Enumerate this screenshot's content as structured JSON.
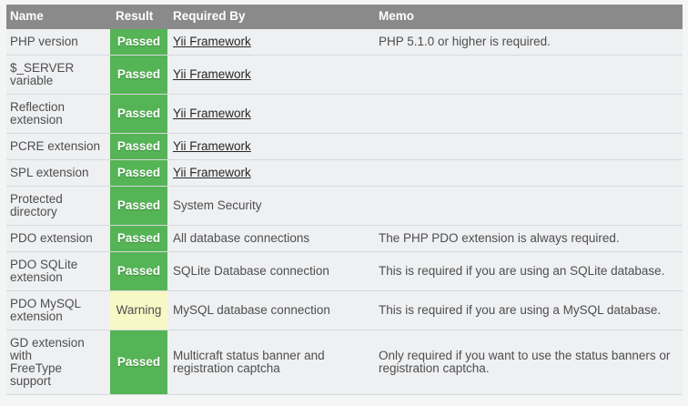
{
  "colors": {
    "page_background": "#f4f5f5",
    "header_background": "#8a8a8a",
    "header_text": "#ffffff",
    "row_background": "#eff0f2",
    "row_border": "#d7d9dc",
    "passed_background": "#55b455",
    "passed_text": "#ffffff",
    "warning_background": "#f8f8c6",
    "body_text": "#4e4e4e",
    "link_text": "#272727"
  },
  "table": {
    "columns": [
      {
        "key": "name",
        "label": "Name"
      },
      {
        "key": "result",
        "label": "Result"
      },
      {
        "key": "required_by",
        "label": "Required By"
      },
      {
        "key": "memo",
        "label": "Memo"
      }
    ],
    "rows": [
      {
        "name": "PHP version",
        "result": "Passed",
        "result_style": "passed",
        "required_by": "Yii Framework",
        "required_by_link": true,
        "memo": "PHP 5.1.0 or higher is required."
      },
      {
        "name": "$_SERVER\nvariable",
        "result": "Passed",
        "result_style": "passed",
        "required_by": "Yii Framework",
        "required_by_link": true,
        "memo": ""
      },
      {
        "name": "Reflection\nextension",
        "result": "Passed",
        "result_style": "passed",
        "required_by": "Yii Framework",
        "required_by_link": true,
        "memo": ""
      },
      {
        "name": "PCRE extension",
        "result": "Passed",
        "result_style": "passed",
        "required_by": "Yii Framework",
        "required_by_link": true,
        "memo": ""
      },
      {
        "name": "SPL extension",
        "result": "Passed",
        "result_style": "passed",
        "required_by": "Yii Framework",
        "required_by_link": true,
        "memo": ""
      },
      {
        "name": "Protected\ndirectory",
        "result": "Passed",
        "result_style": "passed",
        "required_by": "System Security",
        "required_by_link": false,
        "memo": ""
      },
      {
        "name": "PDO extension",
        "result": "Passed",
        "result_style": "passed",
        "required_by": "All database connections",
        "required_by_link": false,
        "memo": "The PHP PDO extension is always required."
      },
      {
        "name": "PDO SQLite\nextension",
        "result": "Passed",
        "result_style": "passed",
        "required_by": "SQLite Database connection",
        "required_by_link": false,
        "memo": "This is required if you are using an SQLite database."
      },
      {
        "name": "PDO MySQL\nextension",
        "result": "Warning",
        "result_style": "warning",
        "required_by": "MySQL database connection",
        "required_by_link": false,
        "memo": "This is required if you are using a MySQL database."
      },
      {
        "name": "GD extension\nwith\nFreeType\nsupport",
        "result": "Passed",
        "result_style": "passed",
        "required_by": "Multicraft status banner and\nregistration captcha",
        "required_by_link": false,
        "memo": "Only required if you want to use the status banners or\nregistration captcha."
      }
    ]
  }
}
